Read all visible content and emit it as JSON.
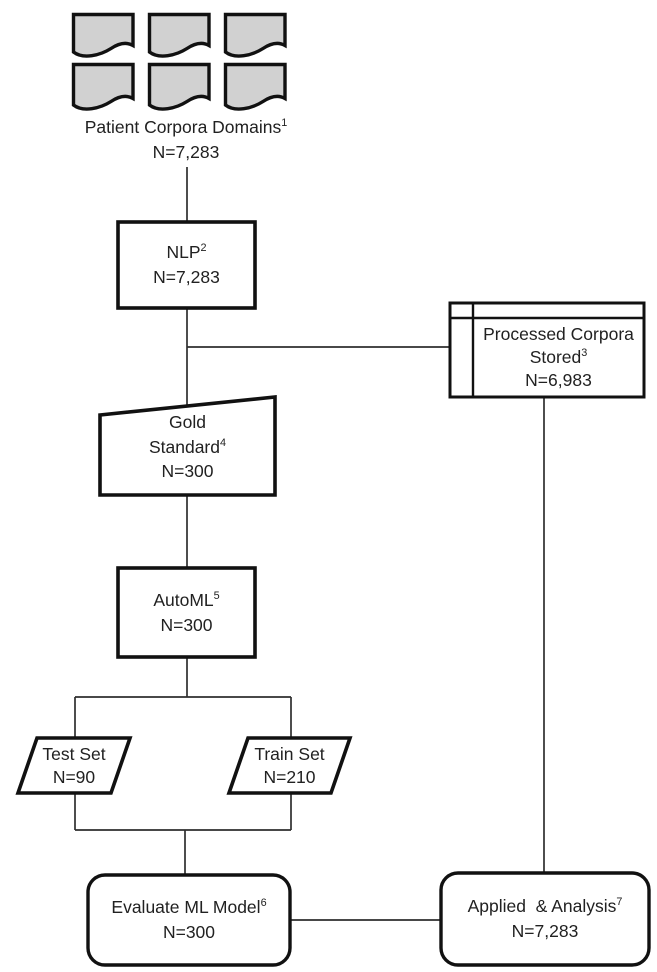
{
  "nodes": {
    "corpora": {
      "label": "Patient Corpora Domains",
      "sup": "1",
      "n": "N=7,283"
    },
    "nlp": {
      "label": "NLP",
      "sup": "2",
      "n": "N=7,283"
    },
    "stored": {
      "label": "Processed Corpora\nStored",
      "sup": "3",
      "n": "N=6,983"
    },
    "gold": {
      "label": "Gold\nStandard",
      "sup": "4",
      "n": "N=300"
    },
    "automl": {
      "label": "AutoML",
      "sup": "5",
      "n": "N=300"
    },
    "test": {
      "label": "Test Set",
      "sup": "",
      "n": "N=90"
    },
    "train": {
      "label": "Train Set",
      "sup": "",
      "n": "N=210"
    },
    "evaluate": {
      "label": "Evaluate ML Model",
      "sup": "6",
      "n": "N=300"
    },
    "applied": {
      "label": "Applied  & Analysis",
      "sup": "7",
      "n": "N=7,283"
    }
  },
  "icons": {
    "documents": {
      "name": "document-icon",
      "count": 6
    }
  },
  "colors": {
    "background": "#ffffff",
    "shape_fill": "#ffffff",
    "shape_border": "#111111",
    "connector": "#2e2e2e",
    "document_fill": "#d1d1d1",
    "text": "#212121"
  }
}
